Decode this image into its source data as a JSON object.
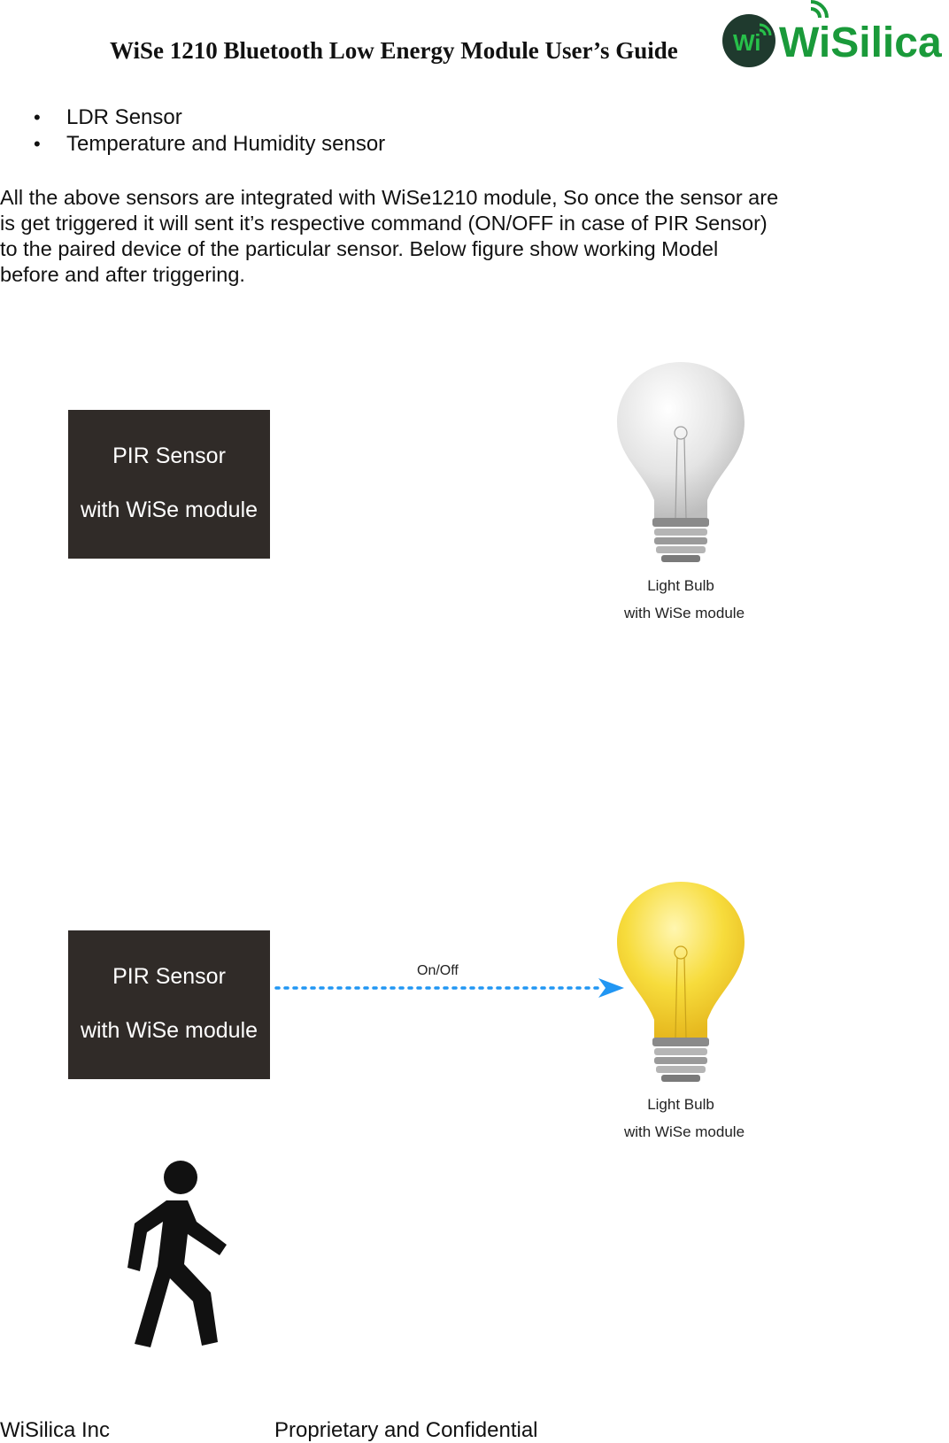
{
  "header": {
    "title": "WiSe 1210 Bluetooth Low Energy Module User’s Guide",
    "logo_text": "WiSilica",
    "logo_badge": "Wi"
  },
  "bullets": [
    "LDR Sensor",
    "Temperature and Humidity sensor"
  ],
  "paragraph": {
    "line1": "All the above sensors are integrated with WiSe1210 module, So once the sensor are",
    "line2": "is get triggered it will sent it’s respective command (ON/OFF in case of PIR Sensor)",
    "line3": "to the paired device of the particular sensor. Below figure show working Model",
    "line4": "before and after triggering."
  },
  "figure_before": {
    "sensor_line1": "PIR Sensor",
    "sensor_line2": "with WiSe module",
    "bulb_line1": "Light Bulb",
    "bulb_line2": "with WiSe module",
    "bulb_color": "#e6e6e6"
  },
  "figure_after": {
    "sensor_line1": "PIR Sensor",
    "sensor_line2": "with WiSe module",
    "arrow_label": "On/Off",
    "bulb_line1": "Light Bulb",
    "bulb_line2": "with WiSe module",
    "bulb_color": "#f5d83a",
    "arrow_color": "#2196f3"
  },
  "footer": {
    "company": "WiSilica Inc",
    "notice": "Proprietary and Confidential"
  },
  "colors": {
    "sensor_box": "#302b28",
    "logo_green": "#1a9a3a",
    "logo_dark": "#1f3a2e"
  }
}
